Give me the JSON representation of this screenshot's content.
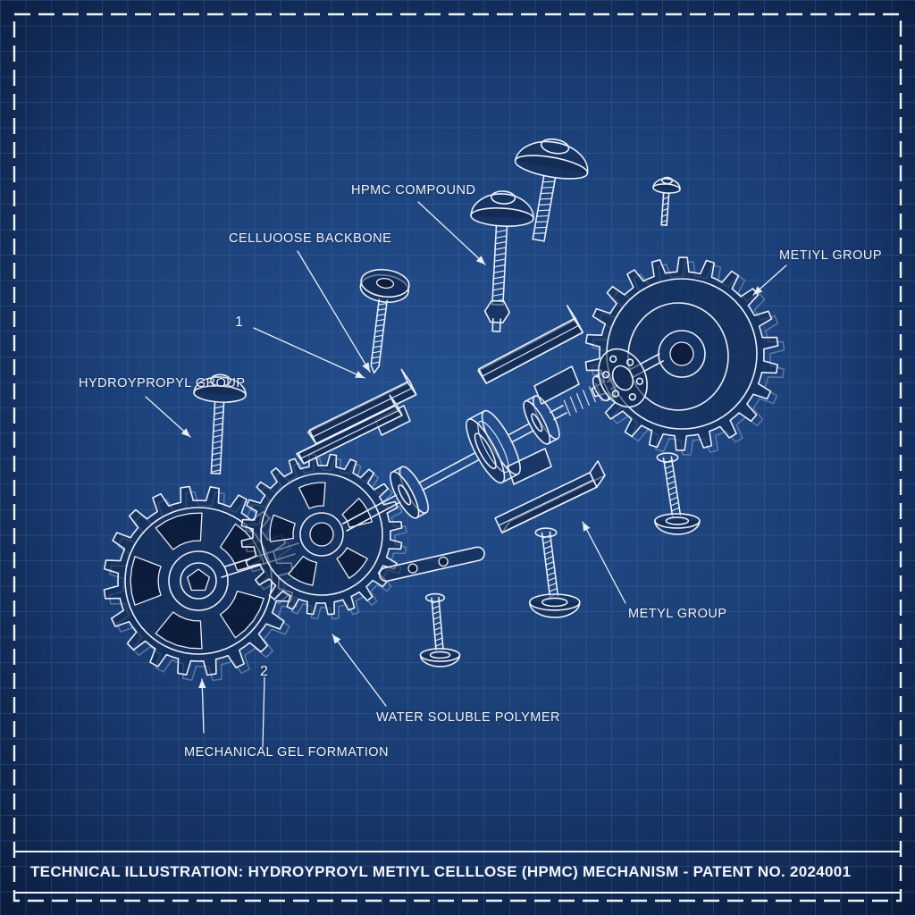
{
  "page": {
    "type": "blueprint technical illustration"
  },
  "labels": {
    "hpmc_compound": "HPMC COMPOUND",
    "cellulose_backbone": "CELLUOOSE BACKBONE",
    "methyl_group_upper": "METIYL GROUP",
    "hydroxypropyl_group": "HYDROYPROPYL GROUP",
    "methyl_group_lower": "METYL GROUP",
    "water_soluble_polymer": "WATER SOLUBLE POLYMER",
    "mechanical_gel_formation": "MECHANICAL GEL FORMATION"
  },
  "callouts": {
    "one": "1",
    "two": "2"
  },
  "title_bar": {
    "title": "TECHNICAL ILLUSTRATION: HYDROYPROYL METIYL CELLLOSE (HPMC) MECHANISM - PATENT NO. 2024001"
  },
  "colors": {
    "bg_center": "#24508f",
    "bg_mid": "#1a3d74",
    "bg_edge": "#112850",
    "grid": "#4f7ab8",
    "ink": "#e9eff9",
    "label": "#f2f6fd",
    "body_fill": "rgba(17,38,74,0.55)",
    "cutout_fill": "rgba(9,22,48,0.75)",
    "frame": "#eef3fb"
  }
}
